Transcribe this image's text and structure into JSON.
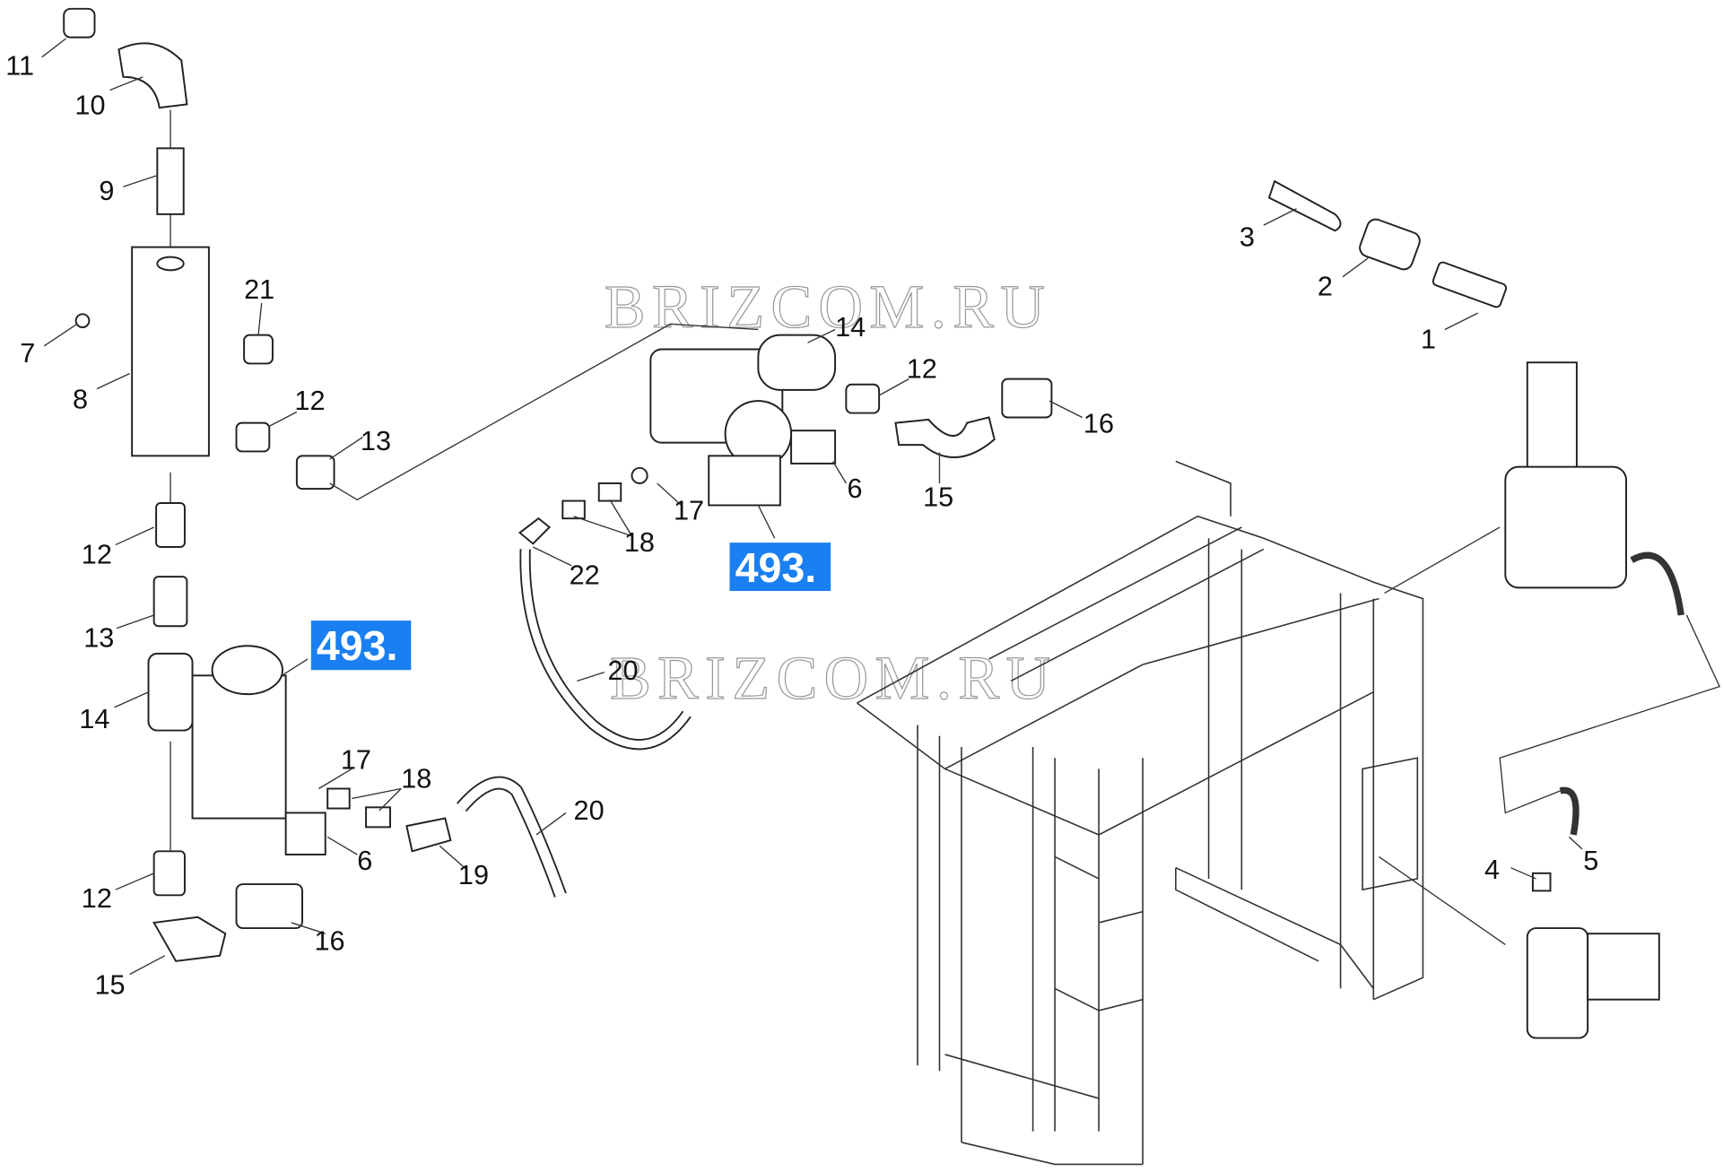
{
  "watermark": "BRIZCOM.RU",
  "badge_color": "#1a7ff0",
  "badges": [
    "493.",
    "493."
  ],
  "left_assembly_labels": [
    "11",
    "10",
    "9",
    "21",
    "7",
    "8",
    "12",
    "13",
    "12",
    "13",
    "14",
    "17",
    "18",
    "20",
    "6",
    "12",
    "19",
    "16",
    "15"
  ],
  "middle_assembly_labels": [
    "14",
    "12",
    "16",
    "6",
    "17",
    "18",
    "15",
    "22",
    "20"
  ],
  "right_assembly_labels": [
    "3",
    "2",
    "1",
    "4",
    "5"
  ]
}
